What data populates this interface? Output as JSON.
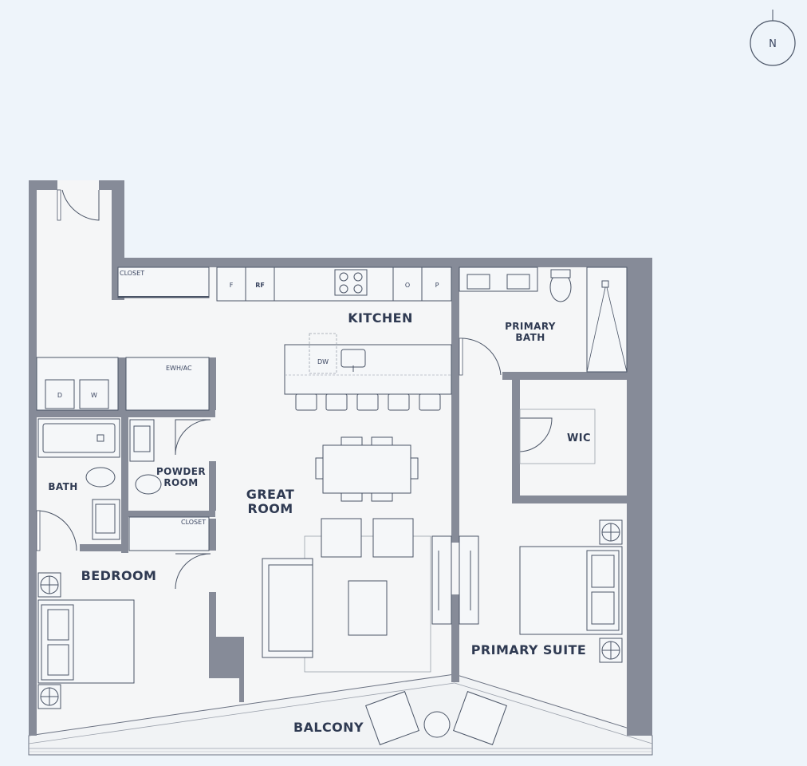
{
  "compass": {
    "label": "N"
  },
  "rooms": {
    "kitchen": "KITCHEN",
    "primary_bath_1": "PRIMARY",
    "primary_bath_2": "BATH",
    "wic": "WIC",
    "great_room_1": "GREAT",
    "great_room_2": "ROOM",
    "powder_room_1": "POWDER",
    "powder_room_2": "ROOM",
    "bath": "BATH",
    "bedroom": "BEDROOM",
    "primary_suite": "PRIMARY SUITE",
    "balcony": "BALCONY"
  },
  "labels": {
    "closet_entry": "CLOSET",
    "closet_hall": "CLOSET",
    "ewh_ac": "EWH/AC",
    "dryer": "D",
    "washer": "W",
    "freezer": "F",
    "refrigerator": "RF",
    "oven": "O",
    "pantry": "P",
    "dishwasher": "DW"
  },
  "colors": {
    "background": "#eef4fa",
    "wall": "#868b98",
    "floor": "#f5f6f7",
    "text": "#2f3a52"
  }
}
